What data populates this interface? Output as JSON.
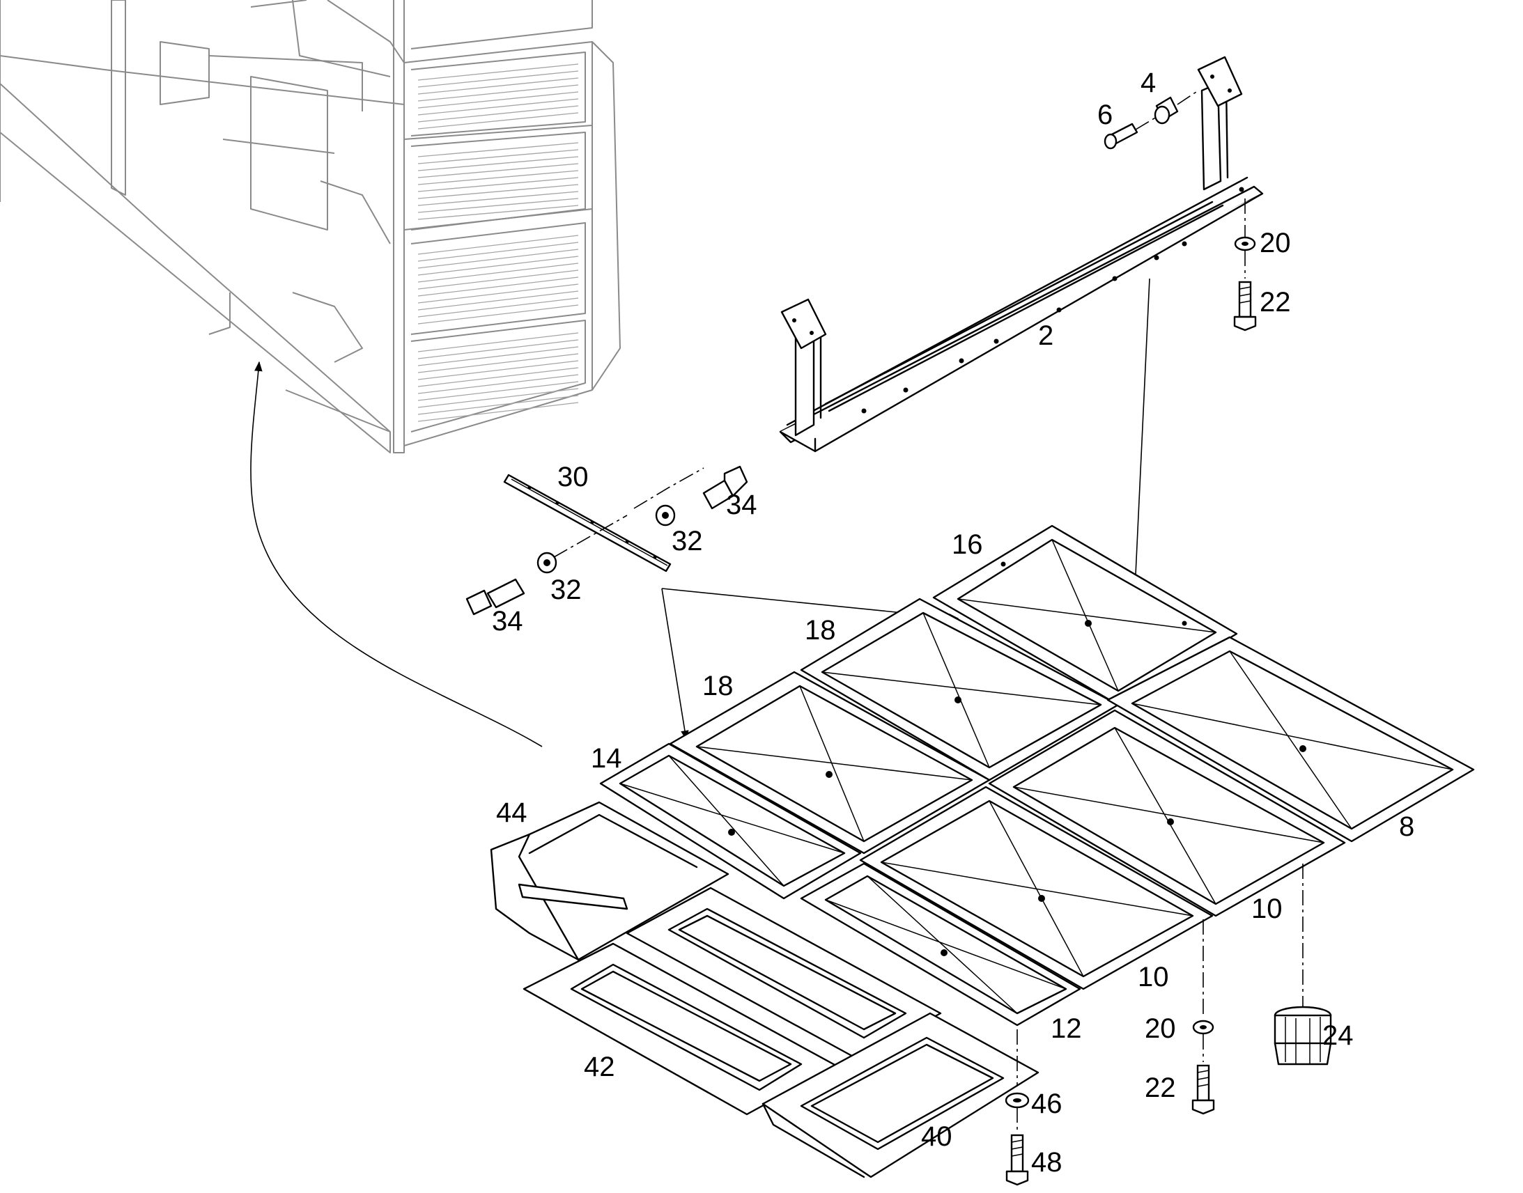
{
  "callouts": [
    {
      "id": "c2",
      "text": "2"
    },
    {
      "id": "c4",
      "text": "4"
    },
    {
      "id": "c6",
      "text": "6"
    },
    {
      "id": "c8",
      "text": "8"
    },
    {
      "id": "c10a",
      "text": "10"
    },
    {
      "id": "c10b",
      "text": "10"
    },
    {
      "id": "c12",
      "text": "12"
    },
    {
      "id": "c14",
      "text": "14"
    },
    {
      "id": "c16",
      "text": "16"
    },
    {
      "id": "c18a",
      "text": "18"
    },
    {
      "id": "c18b",
      "text": "18"
    },
    {
      "id": "c20a",
      "text": "20"
    },
    {
      "id": "c20b",
      "text": "20"
    },
    {
      "id": "c22a",
      "text": "22"
    },
    {
      "id": "c22b",
      "text": "22"
    },
    {
      "id": "c24",
      "text": "24"
    },
    {
      "id": "c30",
      "text": "30"
    },
    {
      "id": "c32a",
      "text": "32"
    },
    {
      "id": "c32b",
      "text": "32"
    },
    {
      "id": "c34a",
      "text": "34"
    },
    {
      "id": "c34b",
      "text": "34"
    },
    {
      "id": "c40",
      "text": "40"
    },
    {
      "id": "c42",
      "text": "42"
    },
    {
      "id": "c44",
      "text": "44"
    },
    {
      "id": "c46",
      "text": "46"
    },
    {
      "id": "c48",
      "text": "48"
    }
  ]
}
